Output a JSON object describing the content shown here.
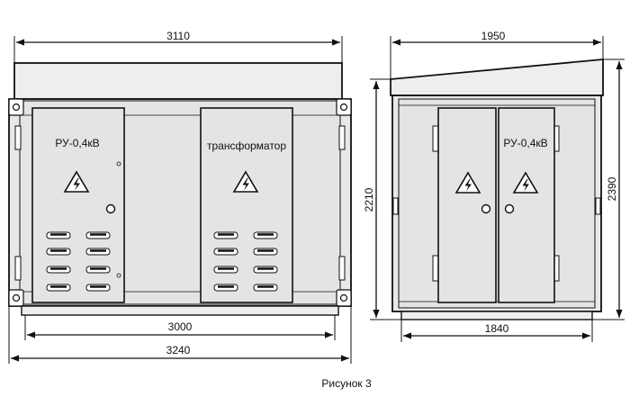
{
  "front_view": {
    "width_overall": "3110",
    "width_inner": "3000",
    "width_base": "3240",
    "door_left_label": "РУ-0,4кВ",
    "door_right_label": "трансформатор"
  },
  "side_view": {
    "width_overall": "1950",
    "width_base": "1840",
    "height_inner": "2210",
    "height_overall": "2390",
    "door_label": "РУ-0,4кВ"
  },
  "caption": "Рисунок 3",
  "icons": {
    "warning": "high-voltage-warning-icon"
  },
  "colors": {
    "panel_fill": "#e4e4e4",
    "roof_fill": "#eeeeee",
    "line": "#111111"
  }
}
